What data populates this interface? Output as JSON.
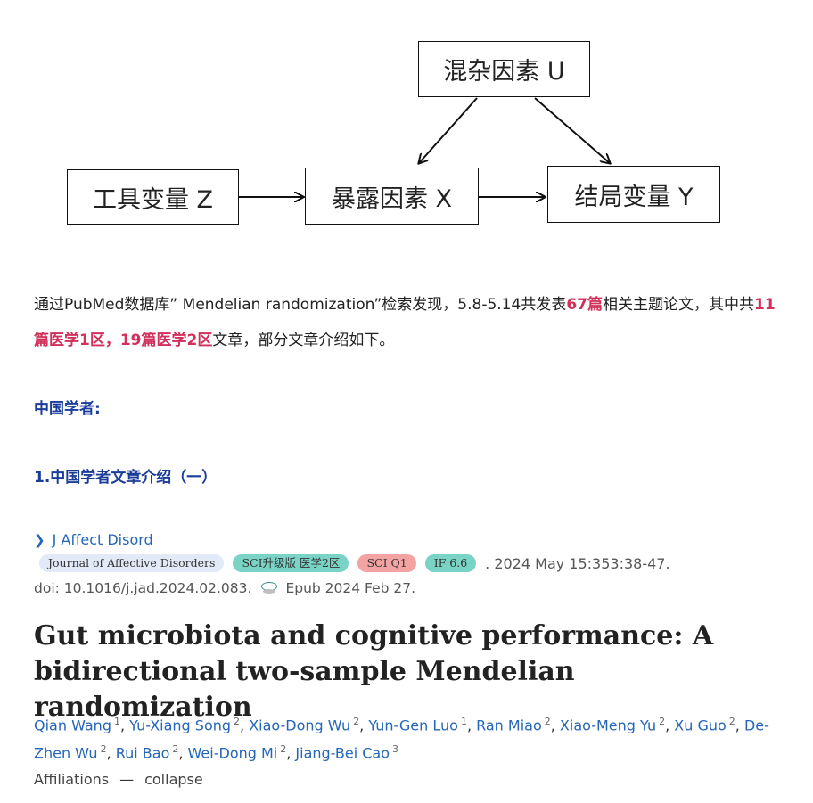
{
  "diagram": {
    "confounder": "混杂因素 U",
    "instrument": "工具变量 Z",
    "exposure": "暴露因素 X",
    "outcome": "结局变量 Y"
  },
  "intro": {
    "p1": "通过PubMed数据库” Mendelian randomization”检索发现，5.8-5.14共发表",
    "h1": "67篇",
    "p2": "相关主题论文，其中共",
    "h2": "11篇医学1区，19篇医学2区",
    "p3": "文章，部分文章介绍如下。"
  },
  "section_heading": "中国学者:",
  "sub_heading": "1.中国学者文章介绍（一）",
  "article": {
    "journal_link": "J Affect Disord",
    "badges": {
      "journal": "Journal of Affective Disorders",
      "sci": "SCI升级版 医学2区",
      "q1": "SCI Q1",
      "if": "IF 6.6"
    },
    "date": ". 2024 May 15:353:38-47.",
    "doi": "doi: 10.1016/j.jad.2024.02.083.",
    "epub": "Epub 2024 Feb 27.",
    "title": "Gut microbiota and cognitive performance: A bidirectional two-sample Mendelian randomization",
    "authors": [
      {
        "name": "Qian Wang",
        "sup": "1"
      },
      {
        "name": "Yu-Xiang Song",
        "sup": "2"
      },
      {
        "name": "Xiao-Dong Wu",
        "sup": "2"
      },
      {
        "name": "Yun-Gen Luo",
        "sup": "1"
      },
      {
        "name": "Ran Miao",
        "sup": "2"
      },
      {
        "name": "Xiao-Meng Yu",
        "sup": "2"
      },
      {
        "name": "Xu Guo",
        "sup": "2"
      },
      {
        "name": "De-Zhen Wu",
        "sup": "2"
      },
      {
        "name": "Rui Bao",
        "sup": "2"
      },
      {
        "name": "Wei-Dong Mi",
        "sup": "2"
      },
      {
        "name": "Jiang-Bei Cao",
        "sup": "3"
      }
    ],
    "affiliations_label": "Affiliations",
    "dash": "—",
    "collapse_label": "collapse"
  },
  "colors": {
    "highlight": "#d0305a",
    "heading": "#1b3d9a",
    "link": "#2566b8"
  }
}
